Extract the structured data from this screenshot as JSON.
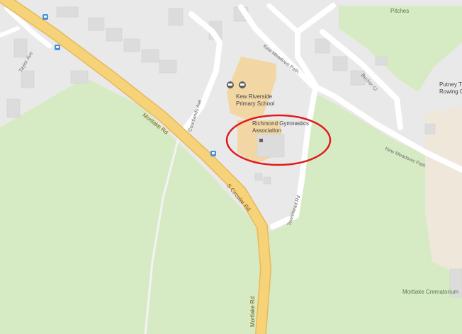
{
  "map": {
    "colors": {
      "background": "#e9e9e9",
      "park": "#d6ebc4",
      "main_road": "#f6d279",
      "main_road_edge": "#e8b85a",
      "minor_road": "#ffffff",
      "school_area": "#f2d7a5",
      "building": "#dcdcdc",
      "highlight_circle": "#e01b1b",
      "bus_stop": "#4a90d9"
    },
    "labels": {
      "taylor_ave": "Taylor Ave",
      "mortlake_rd_upper": "Mortlake Rd",
      "mortlake_rd_lower": "Mortlake Rd",
      "s_circular_rd": "S Circular Rd",
      "courtlands_ave": "Courtlands Ave",
      "kew_meadows_path_upper": "Kew Meadows Path",
      "kew_meadows_path_lower": "Kew Meadows Path",
      "townmead_rd": "Townmead Rd",
      "becker_cl": "Becker Cl",
      "pitches": "Pitches",
      "putney_line1": "Putney T",
      "putney_line2": "Rowing C",
      "school_line1": "Kew Riverside",
      "school_line2": "Primary School",
      "gym_line1": "Richmond Gymnastics",
      "gym_line2": "Association",
      "crematorium": "Mortlake Crematorium"
    },
    "icons": [
      "bus-stop-icon",
      "school-icon",
      "gym-marker-icon"
    ]
  }
}
